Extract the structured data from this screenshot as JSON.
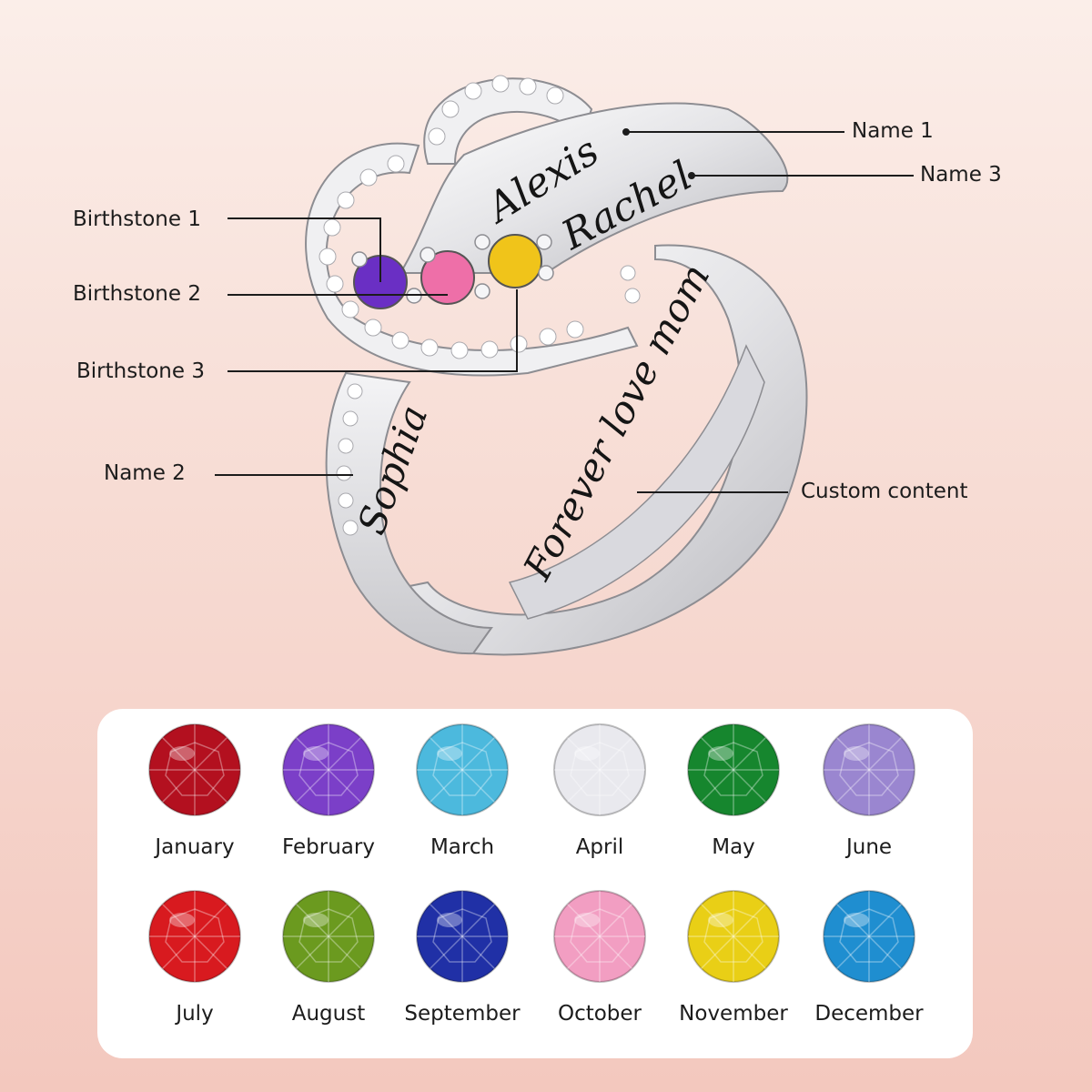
{
  "engravings": {
    "name1": "Alexis",
    "name2": "Sophia",
    "name3": "Rachel",
    "custom": "Forever love mom"
  },
  "callouts": {
    "name1": "Name 1",
    "name3": "Name 3",
    "birthstone1": "Birthstone 1",
    "birthstone2": "Birthstone 2",
    "birthstone3": "Birthstone 3",
    "name2": "Name 2",
    "custom": "Custom content"
  },
  "set_stones": [
    {
      "color": "#6a2fc4"
    },
    {
      "color": "#ee6fa8"
    },
    {
      "color": "#f0c41a"
    }
  ],
  "birthstones": [
    {
      "month": "January",
      "color": "#b3101f"
    },
    {
      "month": "February",
      "color": "#7b3fc8"
    },
    {
      "month": "March",
      "color": "#4cb9dd"
    },
    {
      "month": "April",
      "color": "#e9e9ee"
    },
    {
      "month": "May",
      "color": "#16862e"
    },
    {
      "month": "June",
      "color": "#9a86d0"
    },
    {
      "month": "July",
      "color": "#d81a1f"
    },
    {
      "month": "August",
      "color": "#6b9a1f"
    },
    {
      "month": "September",
      "color": "#2030a6"
    },
    {
      "month": "October",
      "color": "#f29ec2"
    },
    {
      "month": "November",
      "color": "#e9cf16"
    },
    {
      "month": "December",
      "color": "#1f8ed0"
    }
  ]
}
